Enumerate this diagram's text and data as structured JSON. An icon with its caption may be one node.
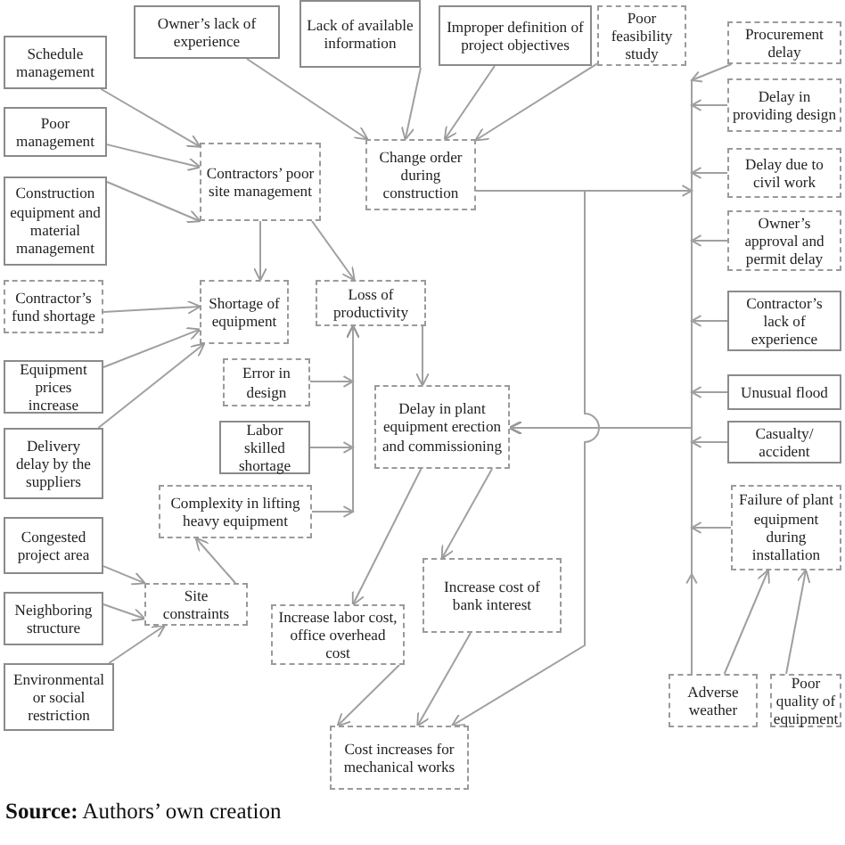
{
  "diagram": {
    "caption": "**Source:** Authors’ own creation",
    "nodes": [
      {
        "text": [
          "Schedule management"
        ]
      },
      {
        "text": [
          "Owner’s lack of experience"
        ]
      },
      {
        "text": [
          "Lack of available information"
        ]
      },
      {
        "text": [
          "Improper definition of project objectives"
        ]
      },
      {
        "text": [
          "Poor feasibility study"
        ]
      },
      {
        "text": [
          "Procurement delay"
        ]
      },
      {
        "text": [
          "Poor management"
        ]
      },
      {
        "text": [
          "Delay in providing design"
        ]
      },
      {
        "text": [
          "Contractors’ poor site management"
        ]
      },
      {
        "text": [
          "Change order during construction"
        ]
      },
      {
        "text": [
          "Construction equipment and material management"
        ]
      },
      {
        "text": [
          "Delay due to civil work"
        ]
      },
      {
        "text": [
          "Owner’s approval and permit delay"
        ]
      },
      {
        "text": [
          "Contractor’s fund shortage"
        ]
      },
      {
        "text": [
          "Shortage of equipment"
        ]
      },
      {
        "text": [
          "Loss of productivity"
        ]
      },
      {
        "text": [
          "Contractor’s lack of experience"
        ]
      },
      {
        "text": [
          "Error in design"
        ]
      },
      {
        "text": [
          "Equipment prices increase"
        ]
      },
      {
        "text": [
          "Delay in plant equipment erection and commissioning"
        ]
      },
      {
        "text": [
          "Unusual flood"
        ]
      },
      {
        "text": [
          "Labor skilled shortage"
        ]
      },
      {
        "text": [
          "Delivery delay by the suppliers"
        ]
      },
      {
        "text": [
          "Casualty/ accident"
        ]
      },
      {
        "text": [
          "Complexity in lifting heavy equipment"
        ]
      },
      {
        "text": [
          "Failure of plant equipment during installation"
        ]
      },
      {
        "text": [
          "Congested project area"
        ]
      },
      {
        "text": [
          "Site constraints"
        ]
      },
      {
        "text": [
          "Neighboring structure"
        ]
      },
      {
        "text": [
          "Increase cost of bank interest"
        ]
      },
      {
        "text": [
          "Increase labor cost, office overhead cost"
        ]
      },
      {
        "text": [
          "Environmental or social restriction"
        ]
      },
      {
        "text": [
          "Adverse weather"
        ]
      },
      {
        "text": [
          "Poor quality of equipment"
        ]
      },
      {
        "text": [
          "Cost increases for mechanical works"
        ]
      }
    ],
    "edges": [
      {
        "from": 0,
        "to": 8,
        "arrow": "to"
      },
      {
        "from": 6,
        "to": 8,
        "arrow": "to"
      },
      {
        "from": 10,
        "to": 8,
        "arrow": "to"
      },
      {
        "from": 1,
        "to": 9,
        "arrow": "to"
      },
      {
        "from": 2,
        "to": 9,
        "arrow": "to"
      },
      {
        "from": 3,
        "to": 9,
        "arrow": "to"
      },
      {
        "from": 4,
        "to": 9,
        "arrow": "to"
      },
      {
        "from": 8,
        "to": 14,
        "arrow": "to"
      },
      {
        "from": 8,
        "to": 15,
        "arrow": "to"
      },
      {
        "from": 13,
        "to": 14,
        "arrow": "to"
      },
      {
        "from": 18,
        "to": 14,
        "arrow": "to"
      },
      {
        "from": 22,
        "to": 14,
        "arrow": "to"
      },
      {
        "from": 17,
        "to": 15,
        "arrow": "to"
      },
      {
        "from": 21,
        "to": 15,
        "arrow": "to"
      },
      {
        "from": 24,
        "to": 15,
        "arrow": "to"
      },
      {
        "from": 15,
        "to": 19,
        "arrow": "to"
      },
      {
        "from": 5,
        "to": 19,
        "arrow": "to"
      },
      {
        "from": 7,
        "to": 19,
        "arrow": "to"
      },
      {
        "from": 11,
        "to": 19,
        "arrow": "to"
      },
      {
        "from": 12,
        "to": 19,
        "arrow": "to"
      },
      {
        "from": 9,
        "to": 19,
        "arrow": "to"
      },
      {
        "from": 16,
        "to": 19,
        "arrow": "to"
      },
      {
        "from": 20,
        "to": 19,
        "arrow": "to"
      },
      {
        "from": 23,
        "to": 19,
        "arrow": "to"
      },
      {
        "from": 25,
        "to": 19,
        "arrow": "to"
      },
      {
        "from": 32,
        "to": 19,
        "arrow": "to"
      },
      {
        "from": 32,
        "to": 25,
        "arrow": "to"
      },
      {
        "from": 33,
        "to": 25,
        "arrow": "to"
      },
      {
        "from": 26,
        "to": 27,
        "arrow": "to"
      },
      {
        "from": 28,
        "to": 27,
        "arrow": "to"
      },
      {
        "from": 31,
        "to": 27,
        "arrow": "to"
      },
      {
        "from": 27,
        "to": 24,
        "arrow": "to"
      },
      {
        "from": 19,
        "to": 30,
        "arrow": "to"
      },
      {
        "from": 19,
        "to": 29,
        "arrow": "to"
      },
      {
        "from": 30,
        "to": 34,
        "arrow": "to"
      },
      {
        "from": 29,
        "to": 34,
        "arrow": "to"
      },
      {
        "from": 9,
        "to": 34,
        "arrow": "to"
      }
    ]
  }
}
